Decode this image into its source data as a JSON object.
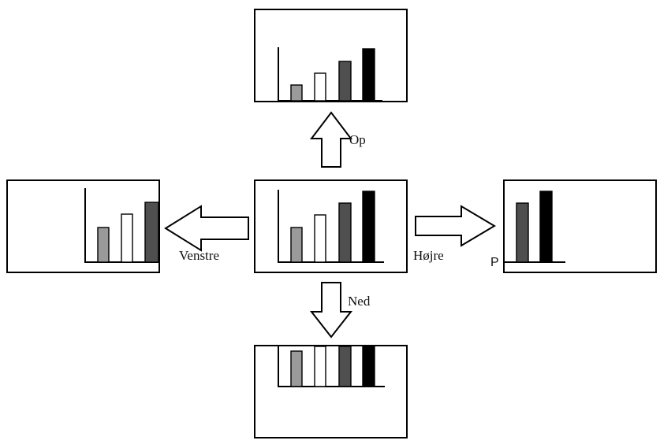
{
  "labels": {
    "up": "Op",
    "left": "Venstre",
    "right": "Højre",
    "down": "Ned",
    "right_marker": "P"
  },
  "colors": {
    "bar_light_gray": "#9a9a9a",
    "bar_white": "#ffffff",
    "bar_dark_gray": "#4f4f4f",
    "bar_black": "#000000",
    "stroke": "#000000"
  },
  "bar_sequence": [
    "bar_light_gray",
    "bar_white",
    "bar_dark_gray",
    "bar_black"
  ],
  "panels": [
    "top",
    "left",
    "center",
    "right",
    "bottom"
  ]
}
